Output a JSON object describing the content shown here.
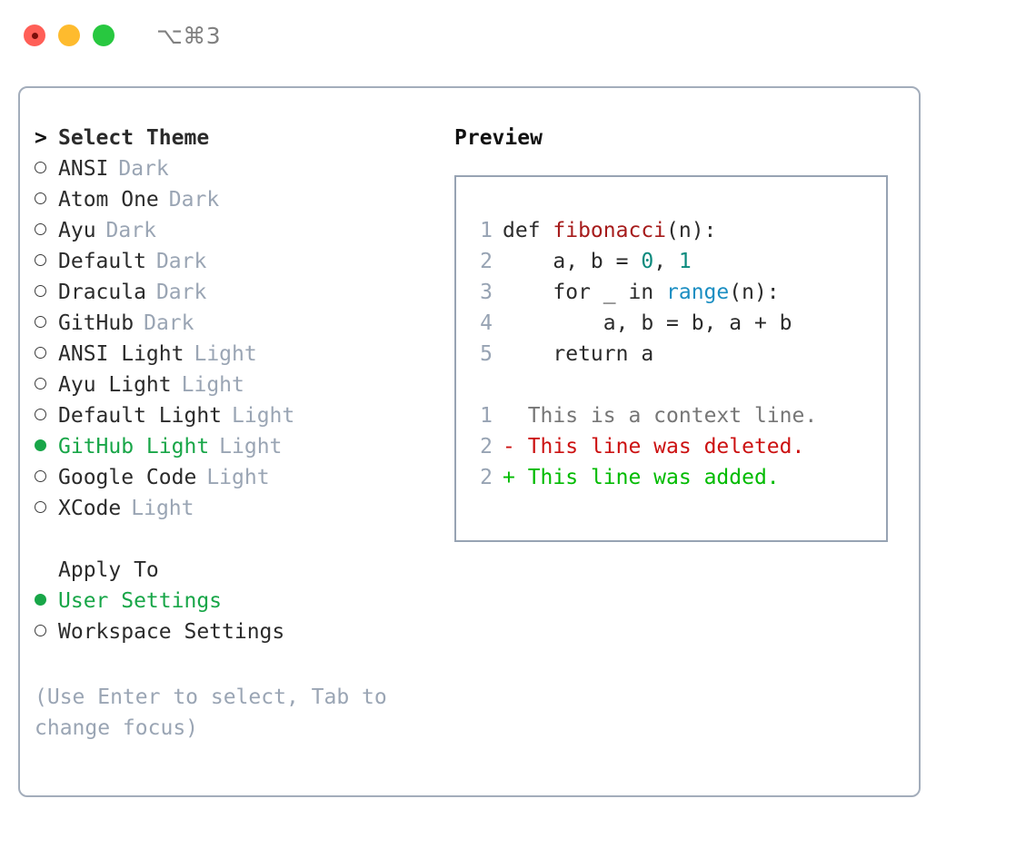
{
  "titlebar": {
    "shortcut": "⌥⌘3",
    "buttons": [
      {
        "name": "close",
        "color": "#ff5f57"
      },
      {
        "name": "minimize",
        "color": "#febb2e"
      },
      {
        "name": "maximize",
        "color": "#28c840"
      }
    ]
  },
  "theme_list": {
    "header": "Select Theme",
    "focus_marker": ">",
    "items": [
      {
        "label": "ANSI",
        "tag": "Dark",
        "selected": false
      },
      {
        "label": "Atom One",
        "tag": "Dark",
        "selected": false
      },
      {
        "label": "Ayu",
        "tag": "Dark",
        "selected": false
      },
      {
        "label": "Default",
        "tag": "Dark",
        "selected": false
      },
      {
        "label": "Dracula",
        "tag": "Dark",
        "selected": false
      },
      {
        "label": "GitHub",
        "tag": "Dark",
        "selected": false
      },
      {
        "label": "ANSI Light",
        "tag": "Light",
        "selected": false
      },
      {
        "label": "Ayu Light",
        "tag": "Light",
        "selected": false
      },
      {
        "label": "Default Light",
        "tag": "Light",
        "selected": false
      },
      {
        "label": "GitHub Light",
        "tag": "Light",
        "selected": true
      },
      {
        "label": "Google Code",
        "tag": "Light",
        "selected": false
      },
      {
        "label": "XCode",
        "tag": "Light",
        "selected": false
      }
    ]
  },
  "apply_to": {
    "header": "Apply To",
    "items": [
      {
        "label": "User Settings",
        "selected": true
      },
      {
        "label": "Workspace Settings",
        "selected": false
      }
    ]
  },
  "hint": "(Use Enter to select, Tab to change focus)",
  "preview": {
    "title": "Preview",
    "code_lines": [
      {
        "no": "1",
        "pre": "def ",
        "fn": "fibonacci",
        "post": "(n):"
      },
      {
        "no": "2",
        "pre": "    a, b = ",
        "num1": "0",
        "mid": ", ",
        "num2": "1"
      },
      {
        "no": "3",
        "pre": "    for _ in ",
        "call": "range",
        "post": "(n):"
      },
      {
        "no": "4",
        "pre": "        a, b = b, a + b"
      },
      {
        "no": "5",
        "pre": "    return a"
      }
    ],
    "diff_lines": [
      {
        "no": "1",
        "sign": " ",
        "text": " This is a context line.",
        "kind": "ctx"
      },
      {
        "no": "2",
        "sign": "-",
        "text": " This line was deleted.",
        "kind": "del"
      },
      {
        "no": "2",
        "sign": "+",
        "text": " This line was added.",
        "kind": "add"
      }
    ]
  },
  "colors": {
    "selection_green": "#18a648",
    "tag_gray": "#9aa5b4",
    "border": "#a3adbb",
    "preview_border": "#97a3b3",
    "fn_red": "#a61b1b",
    "num_teal": "#0b8a7d",
    "call_blue": "#1b8ec2",
    "diff_del_red": "#cc1111",
    "diff_add_green": "#00bb00",
    "diff_ctx_gray": "#767676"
  }
}
